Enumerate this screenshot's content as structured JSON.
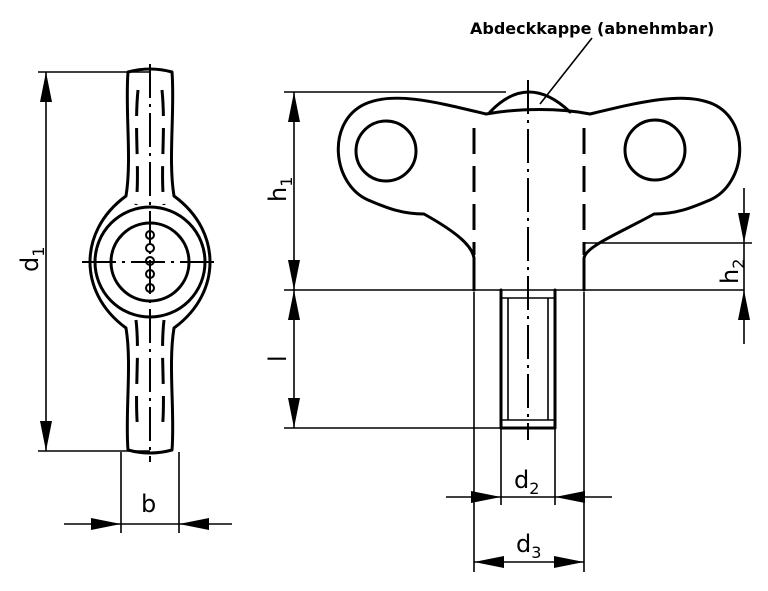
{
  "annotation": "Abdeckkappe (abnehmbar)",
  "dims": {
    "d1": {
      "main": "d",
      "sub": "1"
    },
    "b": {
      "main": "b"
    },
    "h1": {
      "main": "h",
      "sub": "1"
    },
    "h2": {
      "main": "h",
      "sub": "2"
    },
    "l": {
      "main": "l"
    },
    "d2": {
      "main": "d",
      "sub": "2"
    },
    "d3": {
      "main": "d",
      "sub": "3"
    }
  }
}
